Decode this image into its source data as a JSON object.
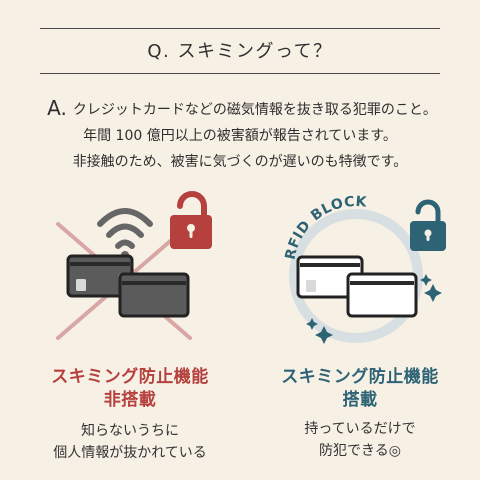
{
  "question": {
    "text": "Q. スキミングって？"
  },
  "answer": {
    "letter": "A.",
    "lines": [
      "クレジットカードなどの磁気情報を抜き取る犯罪のこと。",
      "年間 100 億円以上の被害額が報告されています。",
      "非接触のため、被害に気づくのが遅いのも特徴です。"
    ]
  },
  "left_panel": {
    "title_lines": [
      "スキミング防止機能",
      "非搭載"
    ],
    "desc_lines": [
      "知らないうちに",
      "個人情報が抜かれている"
    ]
  },
  "right_panel": {
    "rfid_text": "RFID BLOCK",
    "title_lines": [
      "スキミング防止機能",
      "搭載"
    ],
    "desc_lines": [
      "持っているだけで",
      "防犯できる◎"
    ]
  },
  "colors": {
    "background": "#f7f0e5",
    "red_accent": "#b5403d",
    "teal_accent": "#2d6375",
    "card_dark": "#5b5b5b",
    "x_mark": "#d8a7a4"
  },
  "icons": {
    "left": [
      "wifi-icon",
      "unlocked-padlock-icon",
      "red-x-mark",
      "credit-card-icon"
    ],
    "right": [
      "locked-padlock-icon",
      "sparkle-icon",
      "credit-card-icon",
      "rfid-circle"
    ]
  }
}
